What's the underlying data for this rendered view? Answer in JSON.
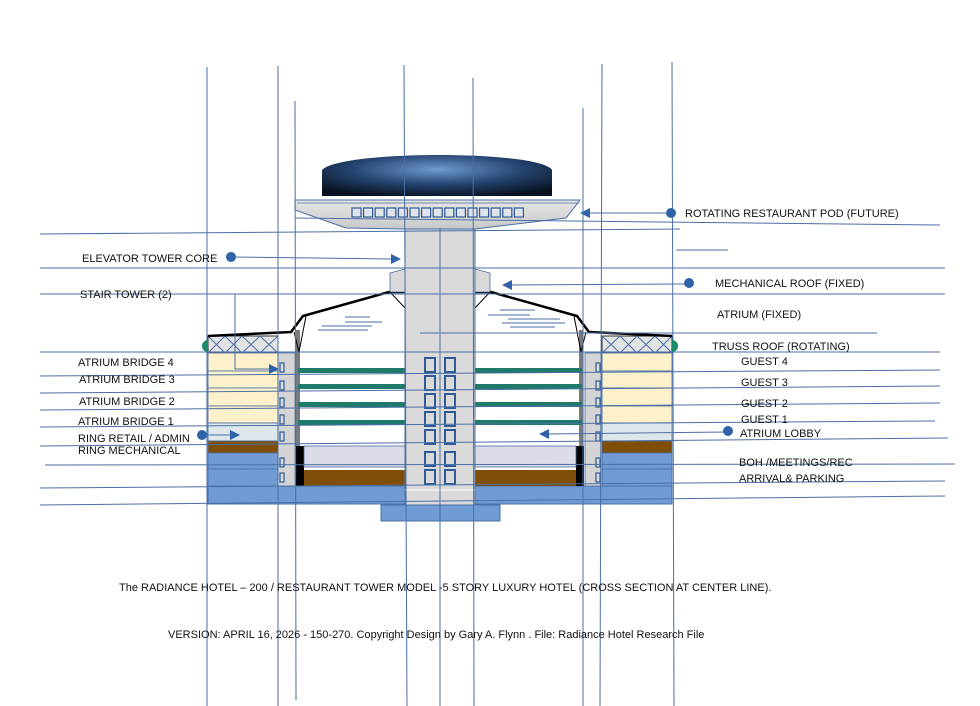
{
  "diagram": {
    "title": "The RADIANCE HOTEL – 200 / RESTAURANT TOWER  MODEL -5 STORY LUXURY HOTEL (CROSS SECTION AT CENTER LINE).",
    "version_line": "VERSION: APRIL 16, 2026 - 150-270. Copyright Design by Gary A. Flynn . File: Radiance Hotel Research File",
    "left_labels": [
      {
        "id": "elevator-tower-core",
        "text": "ELEVATOR TOWER CORE"
      },
      {
        "id": "stair-tower",
        "text": "STAIR TOWER (2)"
      },
      {
        "id": "atrium-bridge-4",
        "text": "ATRIUM BRIDGE 4"
      },
      {
        "id": "atrium-bridge-3",
        "text": "ATRIUM BRIDGE 3"
      },
      {
        "id": "atrium-bridge-2",
        "text": "ATRIUM BRIDGE 2"
      },
      {
        "id": "atrium-bridge-1",
        "text": "ATRIUM BRIDGE 1"
      },
      {
        "id": "ring-retail-admin",
        "text": "RING RETAIL / ADMIN"
      },
      {
        "id": "ring-mechanical",
        "text": "RING MECHANICAL"
      }
    ],
    "right_labels": [
      {
        "id": "rotating-restaurant-pod",
        "text": "ROTATING RESTAURANT POD (FUTURE)"
      },
      {
        "id": "mechanical-roof",
        "text": "MECHANICAL ROOF (FIXED)"
      },
      {
        "id": "atrium-fixed",
        "text": "ATRIUM (FIXED)"
      },
      {
        "id": "truss-roof",
        "text": "TRUSS ROOF (ROTATING)"
      },
      {
        "id": "guest-4",
        "text": "GUEST 4"
      },
      {
        "id": "guest-3",
        "text": "GUEST 3"
      },
      {
        "id": "guest-2",
        "text": "GUEST 2"
      },
      {
        "id": "guest-1",
        "text": "GUEST 1"
      },
      {
        "id": "atrium-lobby",
        "text": "ATRIUM LOBBY"
      },
      {
        "id": "boh-meetings-rec",
        "text": "BOH /MEETINGS/REC"
      },
      {
        "id": "arrival-parking",
        "text": "ARRIVAL& PARKING"
      }
    ],
    "colors": {
      "guide_line": "#4a6fa5",
      "callout_dot": "#2f62a8",
      "pod_dark": "#0d1a2e",
      "pod_light": "#6d9ad2",
      "core_gray": "#d9d9d9",
      "guest_floor": "#fdf1cc",
      "lobby_floor": "#dde6ea",
      "mechanical_brown": "#7f4f0a",
      "base_blue": "#6f9bd2",
      "atrium_bridge_green": "#1f7a6a",
      "boh_lavender": "#dcdce8",
      "truss_marker_green": "#1a8a6a"
    }
  }
}
